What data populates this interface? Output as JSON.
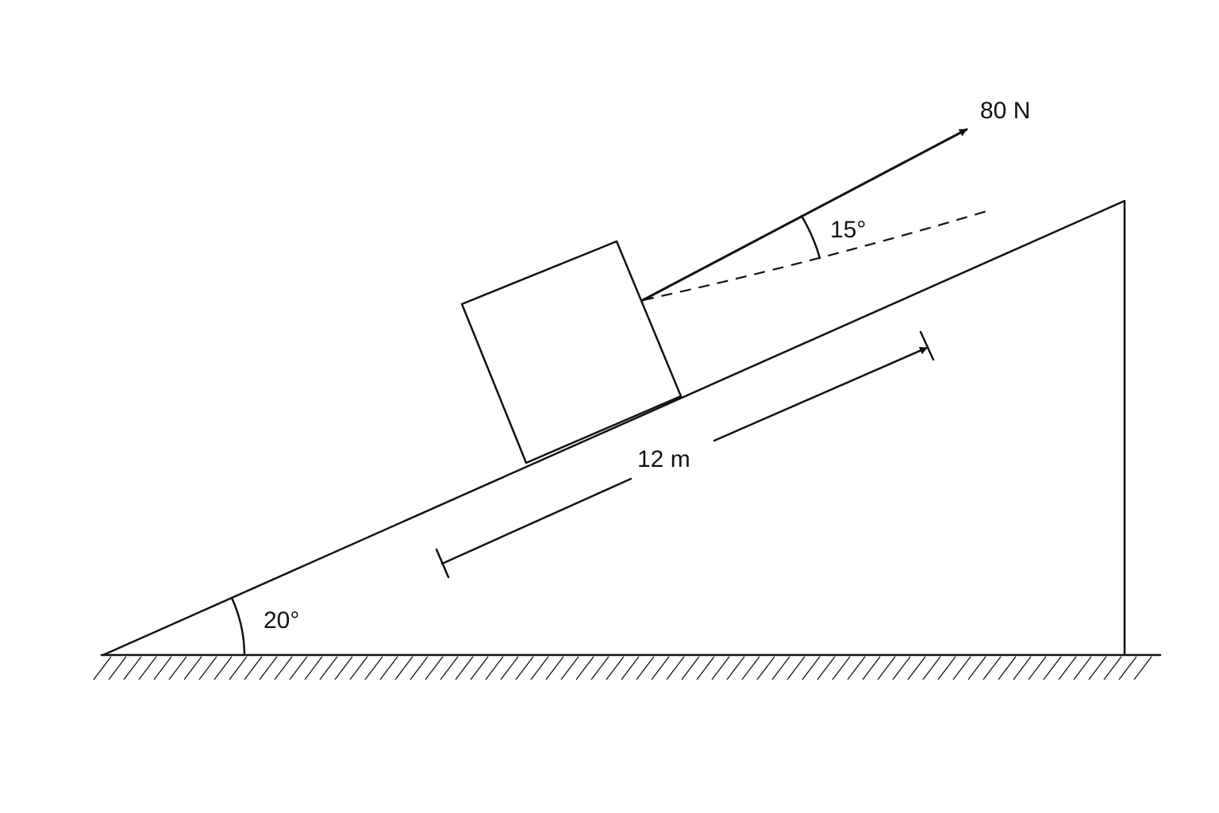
{
  "labels": {
    "force": "80 N",
    "force_angle": "15°",
    "incline_angle": "20°",
    "distance": "12 m"
  },
  "colors": {
    "ink": "#111111",
    "background": "#ffffff"
  }
}
